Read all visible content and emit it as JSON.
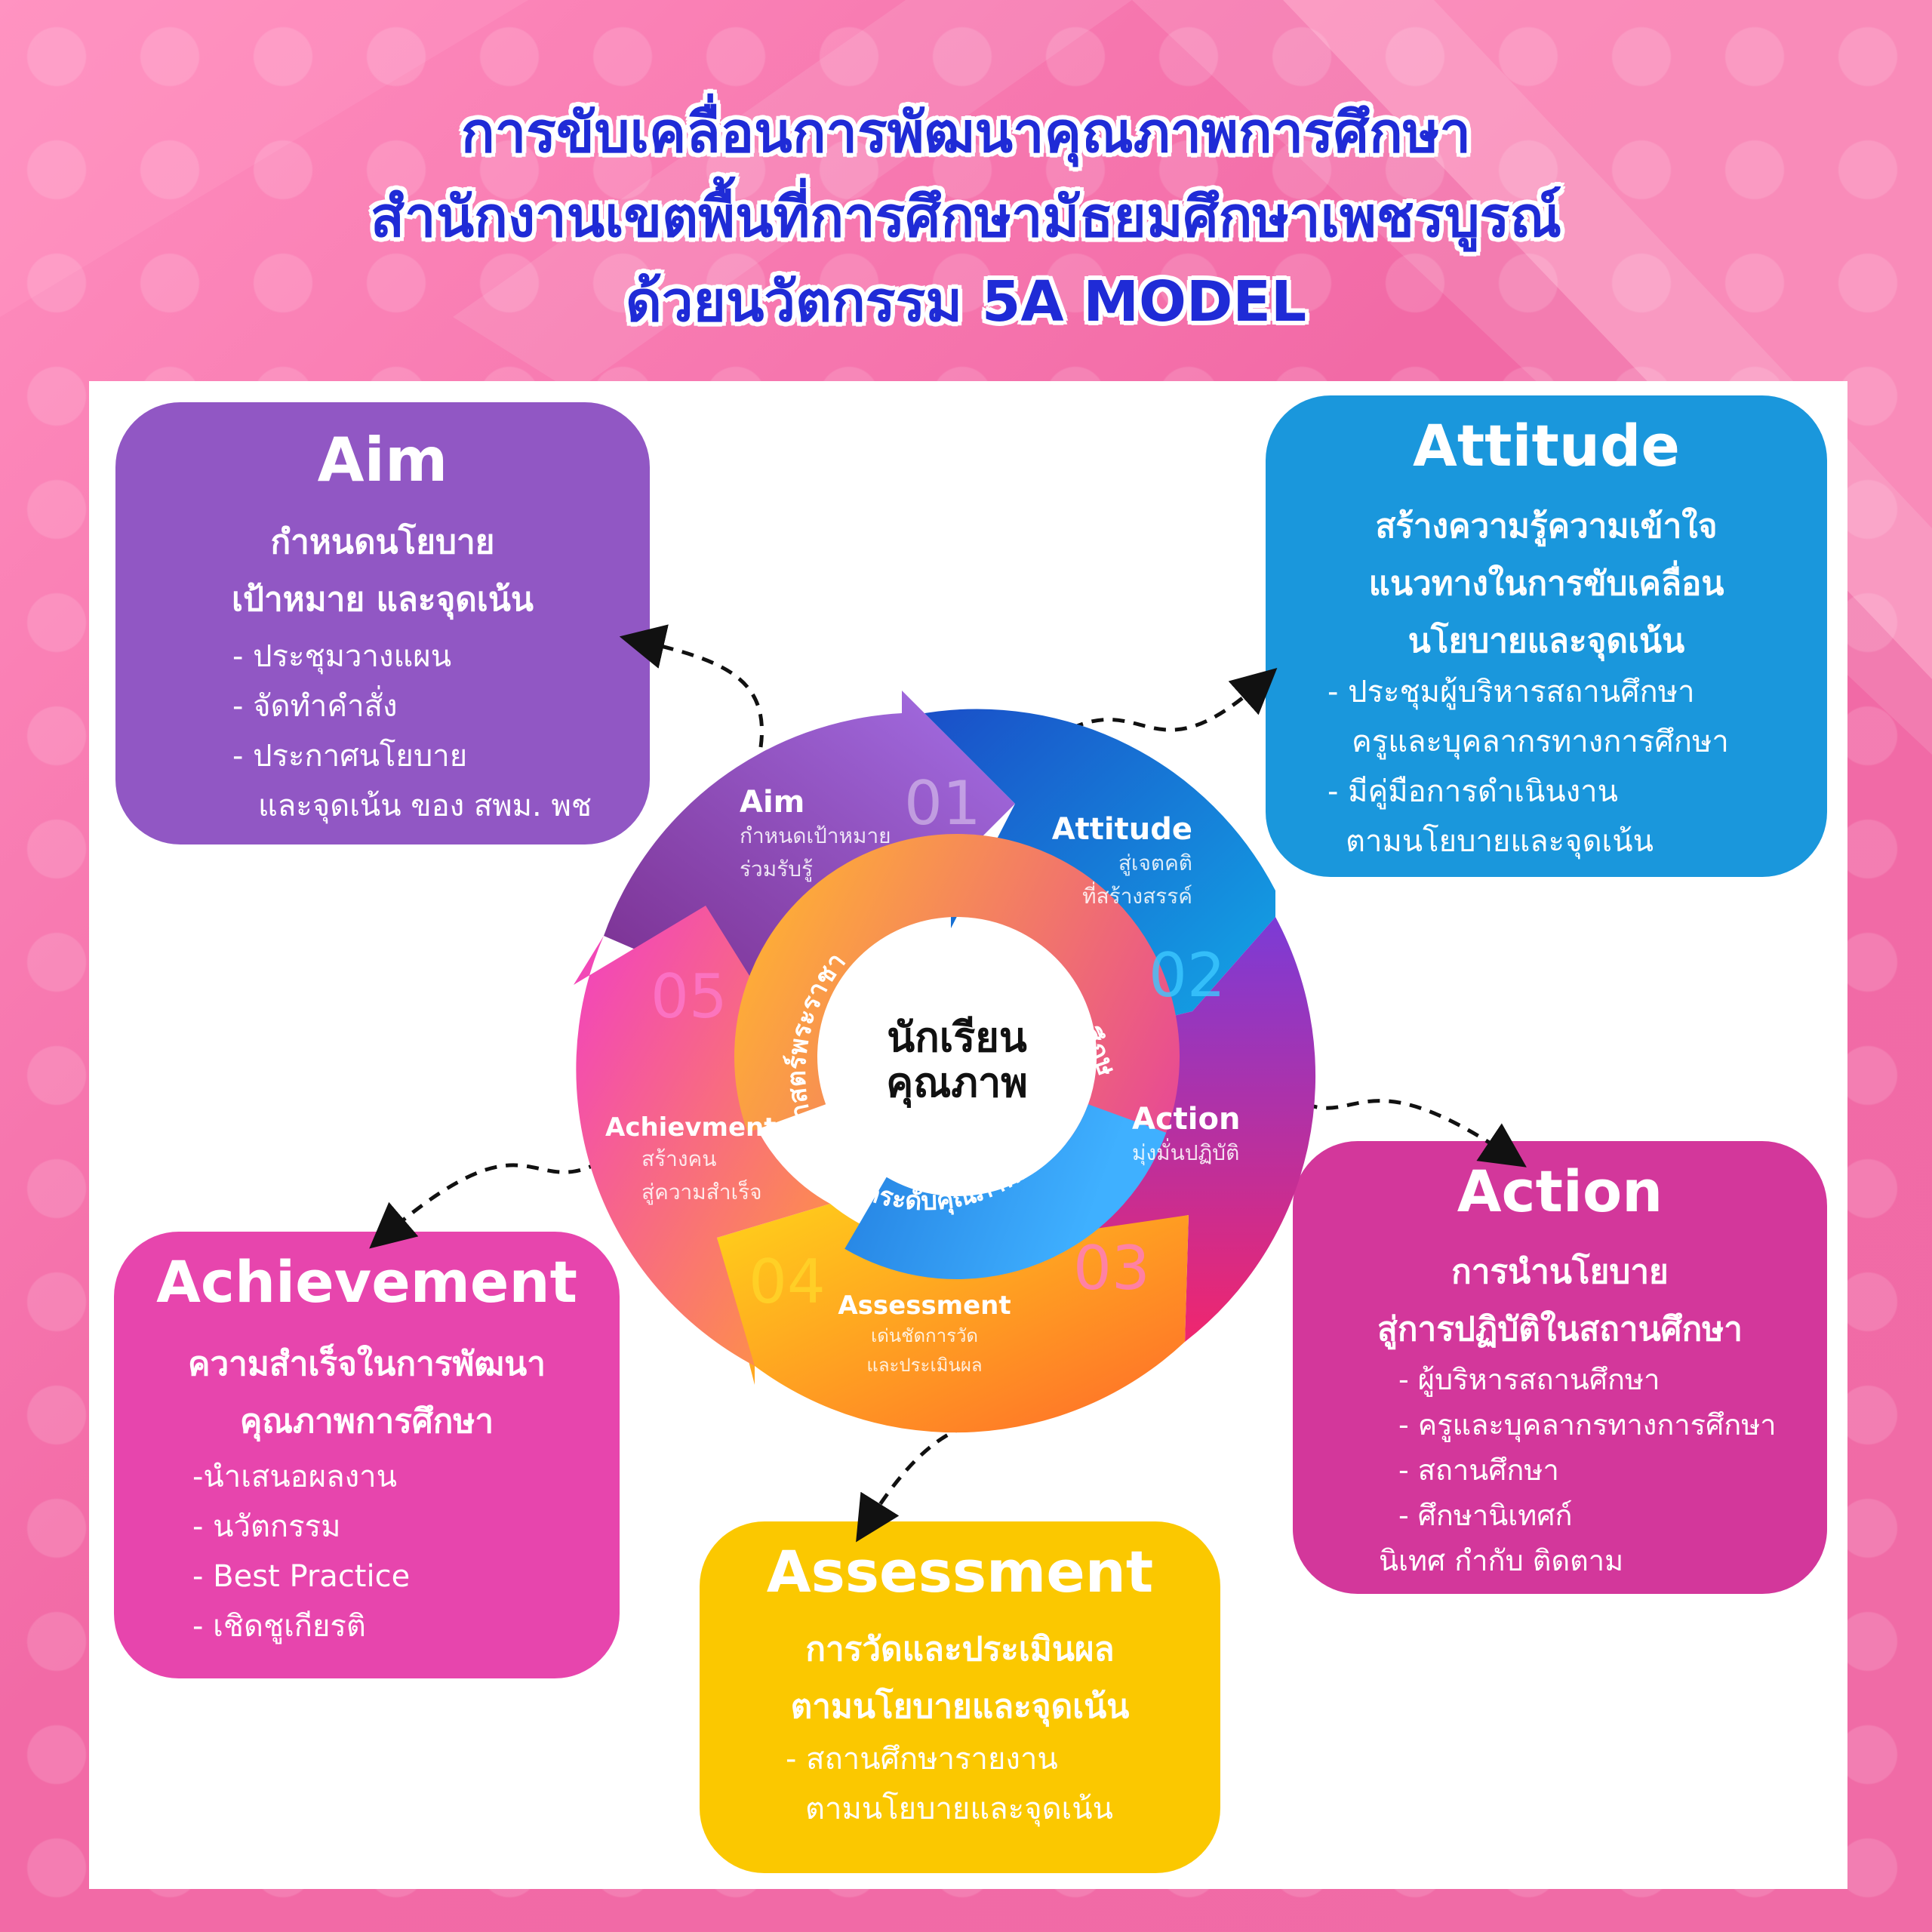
{
  "title": {
    "line1": "การขับเคลื่อนการพัฒนาคุณภาพการศึกษา",
    "line2": "สำนักงานเขตพื้นที่การศึกษามัธยมศึกษาเพชรบูรณ์",
    "line3": "ด้วยนวัตกรรม 5A MODEL"
  },
  "cards": {
    "aim": {
      "heading": "Aim",
      "sub1": "กำหนดนโยบาย",
      "sub2": "เป้าหมาย และจุดเน้น",
      "bullets": [
        "-  ประชุมวางแผน",
        "-  จัดทำคำสั่ง",
        "- ประกาศนโยบาย",
        "   และจุดเน้น ของ สพม. พช"
      ]
    },
    "attitude": {
      "heading": "Attitude",
      "sub1": "สร้างความรู้ความเข้าใจ",
      "sub2": "แนวทางในการขับเคลื่อน",
      "sub3": "นโยบายและจุดเน้น",
      "bullets": [
        "- ประชุมผู้บริหารสถานศึกษา",
        "  ครูและบุคลากรทางการศึกษา",
        "- มีคู่มือการดำเนินงาน",
        "  ตามนโยบายและจุดเน้น"
      ]
    },
    "action": {
      "heading": "Action",
      "sub1": "การนำนโยบาย",
      "sub2": "สู่การปฏิบัติในสถานศึกษา",
      "bullets": [
        "- ผู้บริหารสถานศึกษา",
        "- ครูและบุคลากรทางการศึกษา",
        "- สถานศึกษา",
        " - ศึกษานิเทศก์",
        "นิเทศ กำกับ ติดตาม"
      ]
    },
    "assessment": {
      "heading": "Assessment",
      "sub1": "การวัดและประเมินผล",
      "sub2": "ตามนโยบายและจุดเน้น",
      "bullets": [
        "- สถานศึกษารายงาน",
        "  ตามนโยบายและจุดเน้น"
      ]
    },
    "achievement": {
      "heading": "Achievement",
      "sub1": "ความสำเร็จในการพัฒนา",
      "sub2": "คุณภาพการศึกษา",
      "bullets": [
        "-นำเสนอผลงาน",
        "- นวัตกรรม",
        "- Best Practice",
        "- เชิดชูเกียรติ"
      ]
    }
  },
  "cycle": {
    "center1": "นักเรียน",
    "center2": "คุณภาพ",
    "segments": [
      {
        "num": "01",
        "name": "Aim",
        "desc1": "กำหนดเป้าหมาย",
        "desc2": "ร่วมรับรู้"
      },
      {
        "num": "02",
        "name": "Attitude",
        "desc1": "สู่เจตคติ",
        "desc2": "ที่สร้างสรรค์"
      },
      {
        "num": "03",
        "name": "Action",
        "desc1": "มุ่งมั่นปฏิบัติ",
        "desc2": ""
      },
      {
        "num": "04",
        "name": "Assessment",
        "desc1": "เด่นชัดการวัด",
        "desc2": "และประเมินผล"
      },
      {
        "num": "05",
        "name": "Achievment",
        "desc1": "สร้างคน",
        "desc2": "สู่ความสำเร็จ"
      }
    ],
    "inner": [
      {
        "text": "เพิ่มโอกาสทางการศึกษา"
      },
      {
        "text": "ยกระดับคุณภาพการศึกษา"
      },
      {
        "text": "ศาสตร์พระราชา"
      }
    ]
  },
  "colors": {
    "title": "#1f2bd6",
    "aim": "#9157c4",
    "attitude": "#1a97dc",
    "action": "#d3379b",
    "assessment": "#fbc800",
    "achievement": "#e745ad"
  }
}
